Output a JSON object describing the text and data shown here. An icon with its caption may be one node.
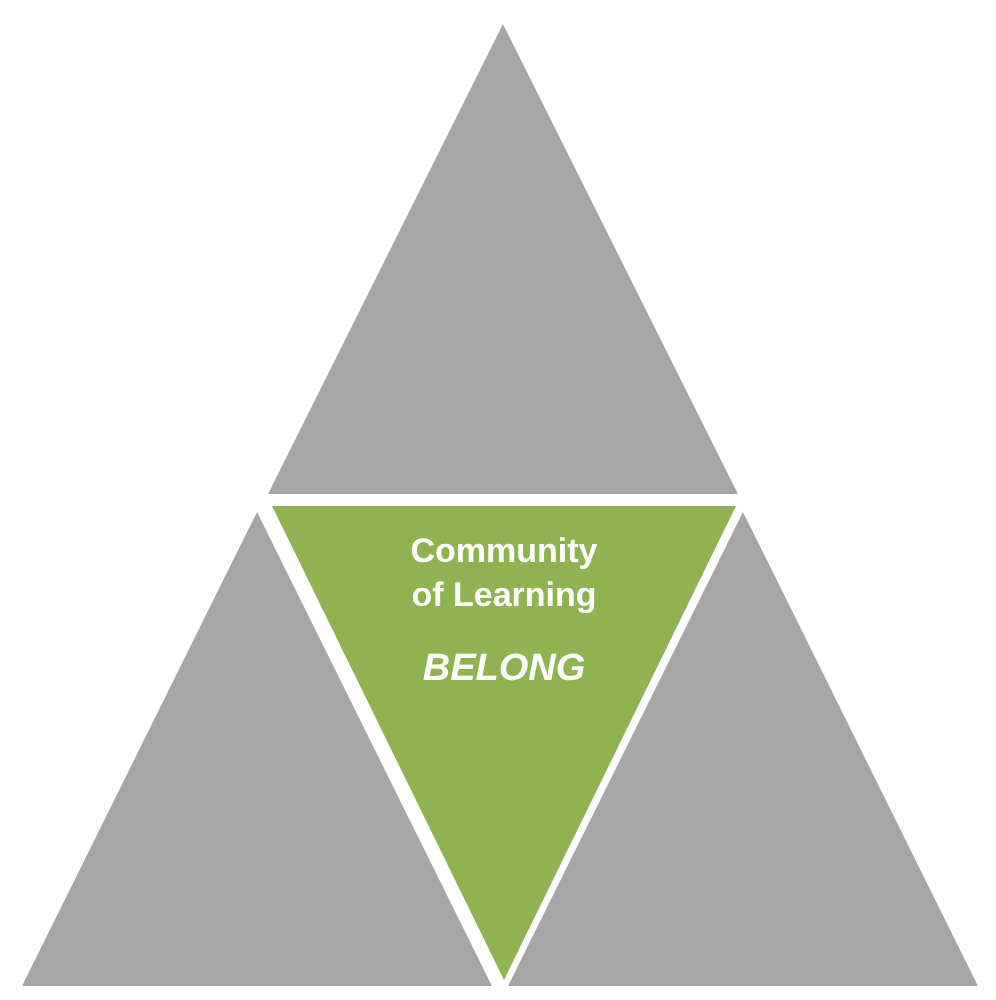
{
  "diagram": {
    "nodes": [
      {
        "text": [],
        "shape": "triangle"
      },
      {
        "text": [],
        "shape": "triangle"
      },
      {
        "text": [
          "Community of Learning",
          "BELONG"
        ]
      },
      {
        "text": [],
        "shape": "triangle"
      }
    ]
  }
}
